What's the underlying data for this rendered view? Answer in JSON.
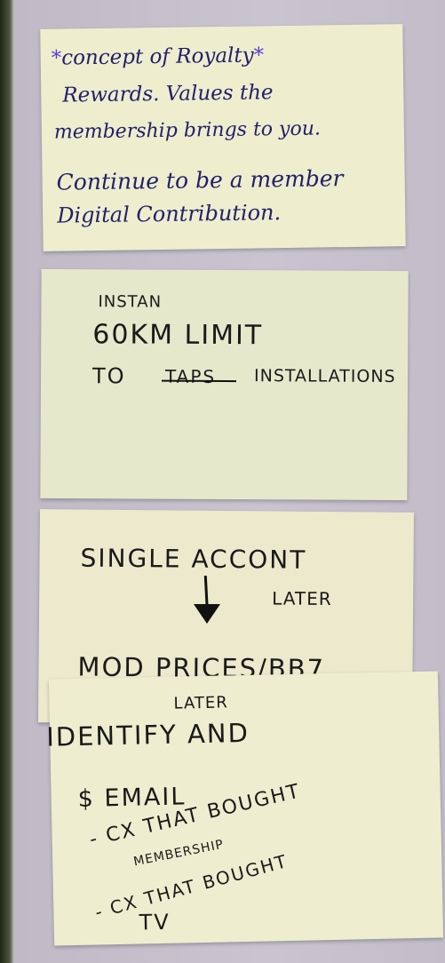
{
  "note1": {
    "line1_star_left": "*",
    "line1_text": "concept of Royalty",
    "line1_star_right": "*",
    "line2": "Rewards. Values the",
    "line3": "membership brings to you.",
    "line4": "Continue to be a member",
    "line5": "Digital Contribution."
  },
  "note2": {
    "line1": "INSTAN",
    "line2": "60KM LIMIT",
    "line3_prefix": "TO",
    "line3_struck": "TAPS",
    "line3_suffix": "INSTALLATIONS"
  },
  "note3": {
    "line1": "SINGLE ACCONT",
    "arrow_label": "LATER",
    "line2": "MOD PRICES/BB7"
  },
  "note4": {
    "label": "LATER",
    "line1": "IDENTIFY AND",
    "line2": "$ EMAIL",
    "line3": "- CX THAT BOUGHT",
    "line3b": "MEMBERSHIP",
    "line4": "- CX THAT BOUGHT",
    "line5": "TV"
  }
}
